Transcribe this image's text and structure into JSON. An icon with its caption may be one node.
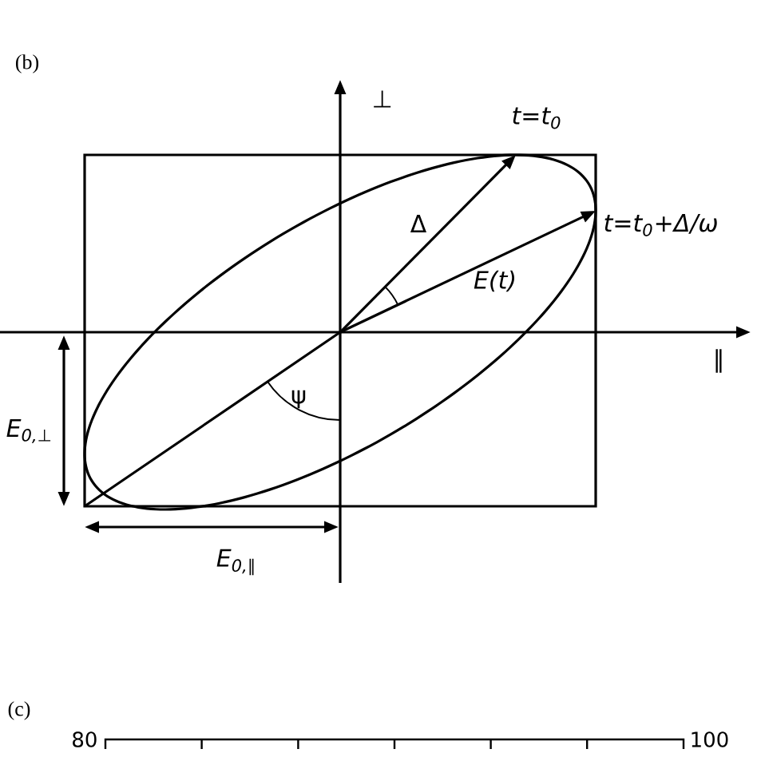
{
  "diagram": {
    "labels": [
      "(b)",
      "⊥",
      "t=t$_{0}$",
      "E(t)",
      "t=t$_{0}$+Δ/ω",
      "Δ",
      "∥",
      "E$_{0,⊥}$",
      "ψ",
      "E$_{0,∥}$",
      "(c)",
      "80",
      "100"
    ]
  }
}
